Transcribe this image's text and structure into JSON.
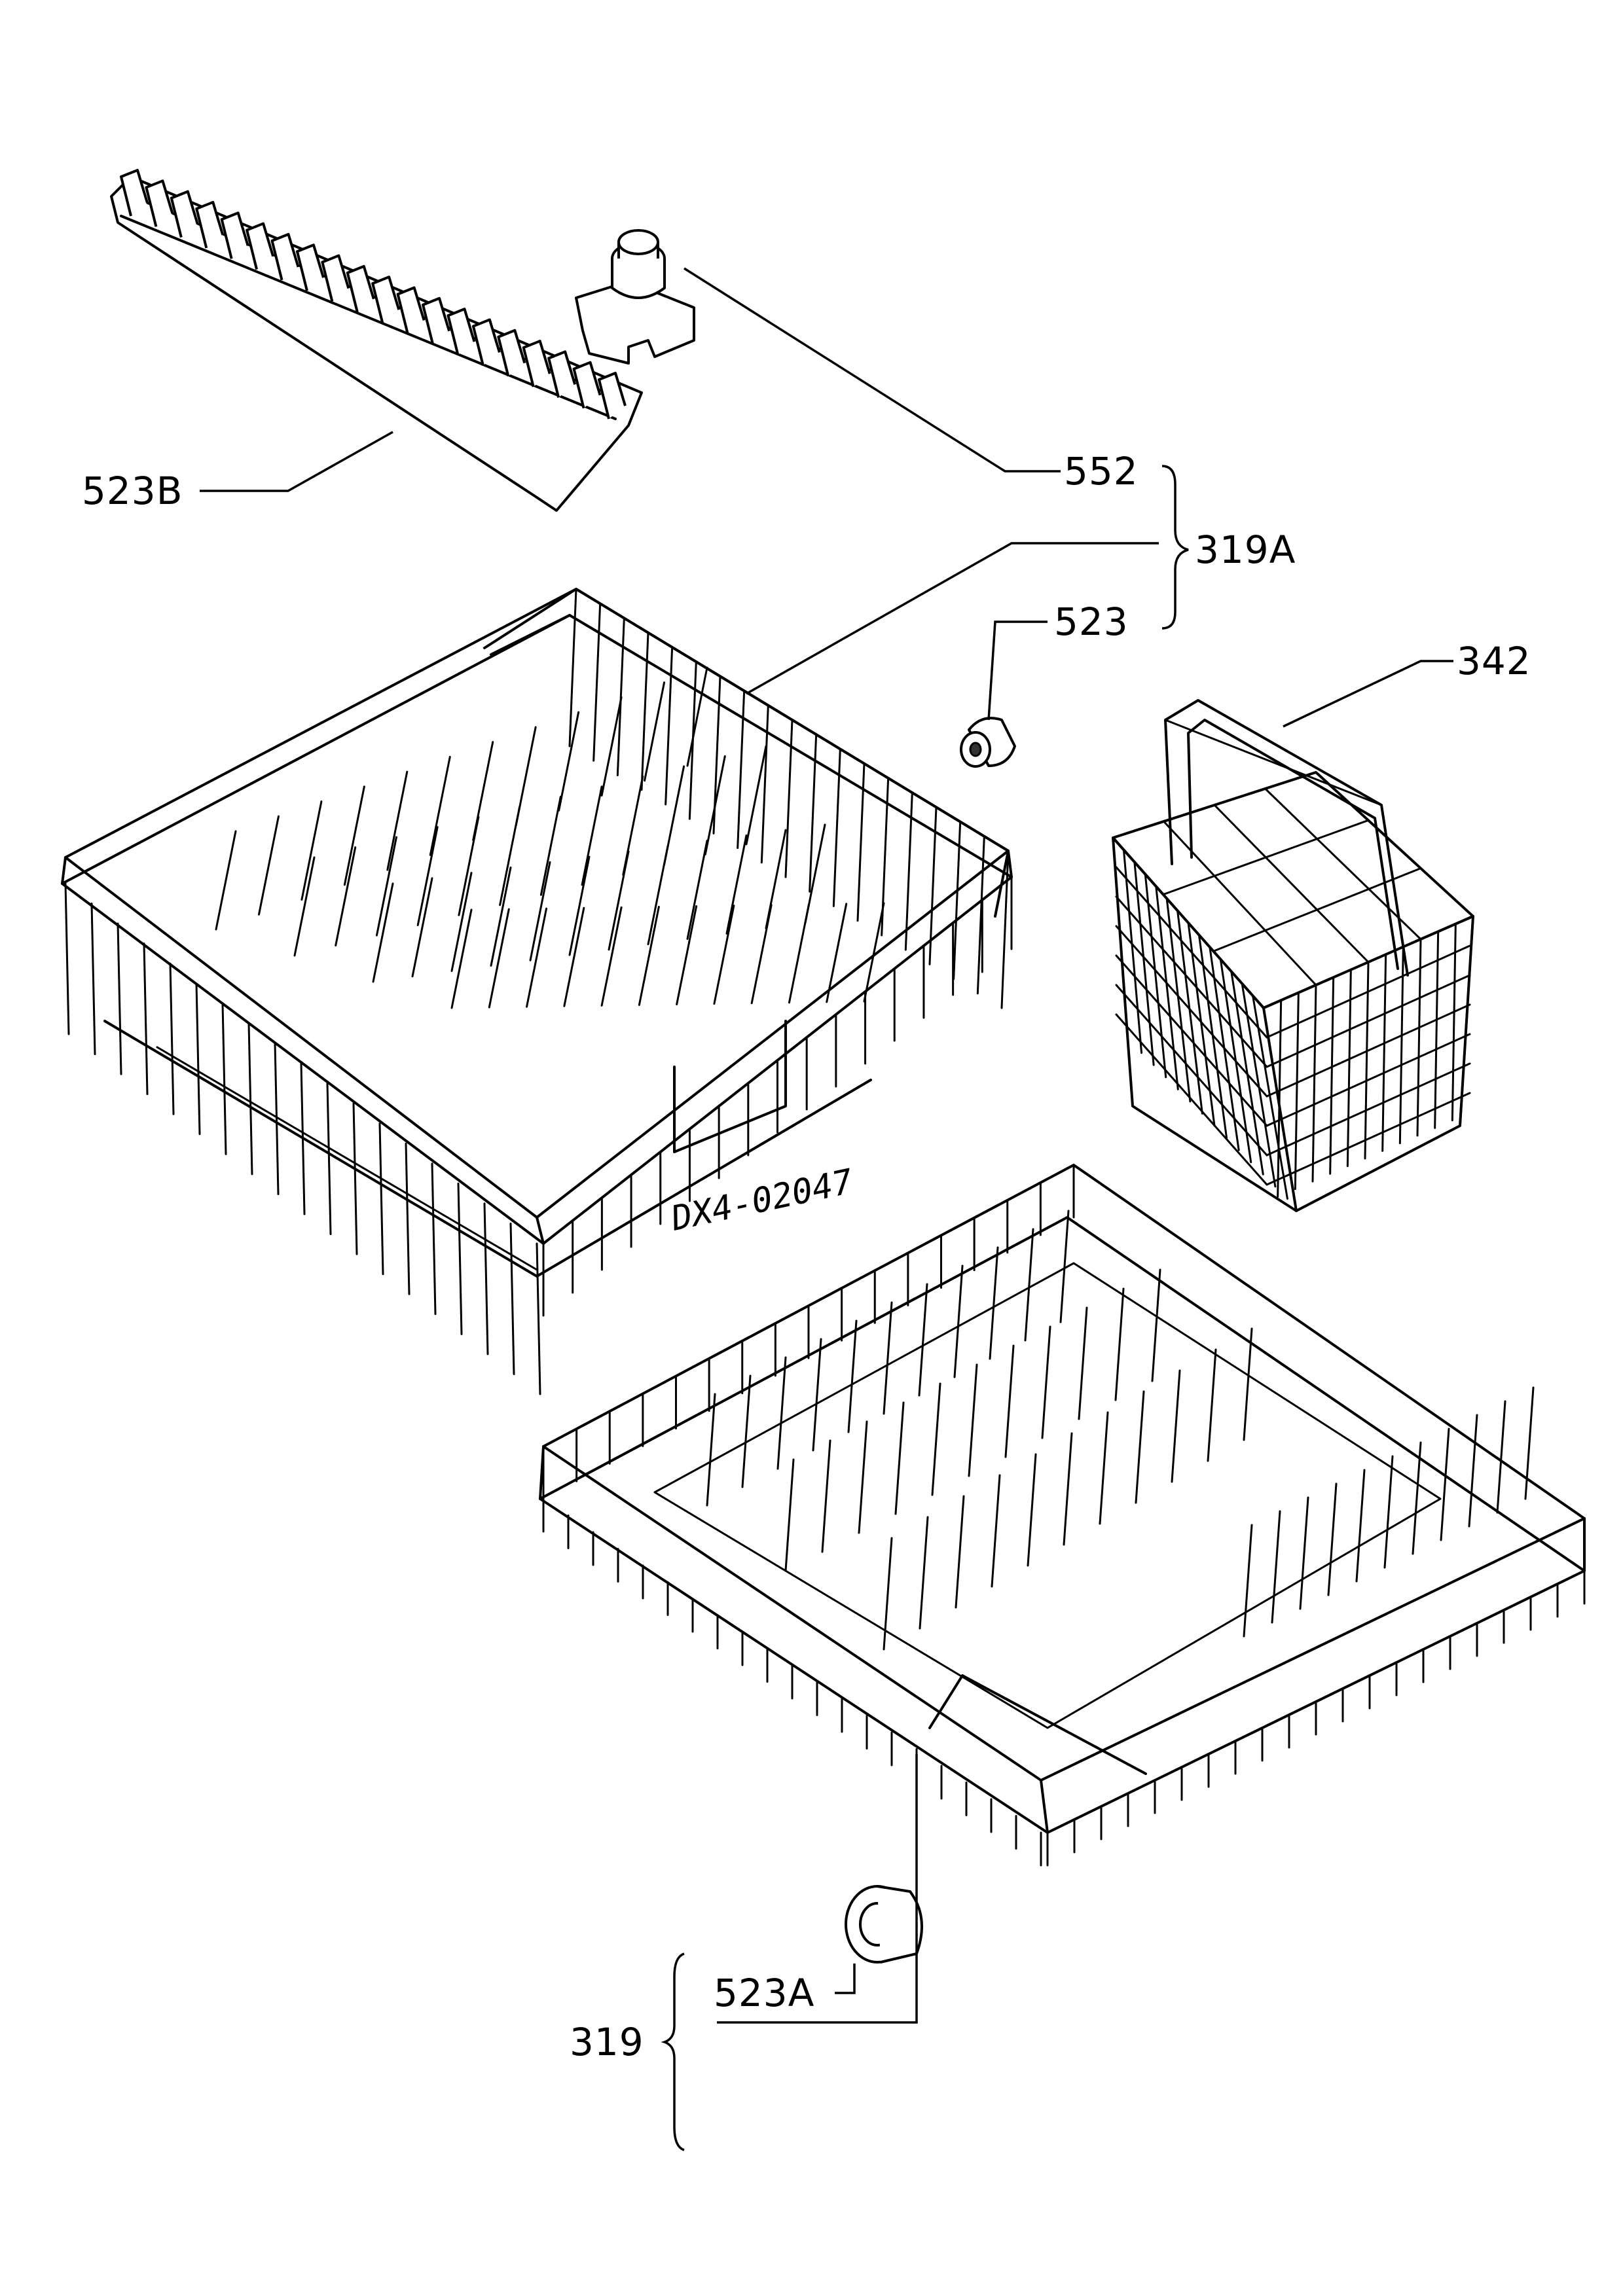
{
  "labels": {
    "p523b": "523B",
    "p552": "552",
    "p319a": "319A",
    "p523": "523",
    "p342": "342",
    "p523a": "523A",
    "p319": "319"
  },
  "drawing_code": "DX4-02047"
}
